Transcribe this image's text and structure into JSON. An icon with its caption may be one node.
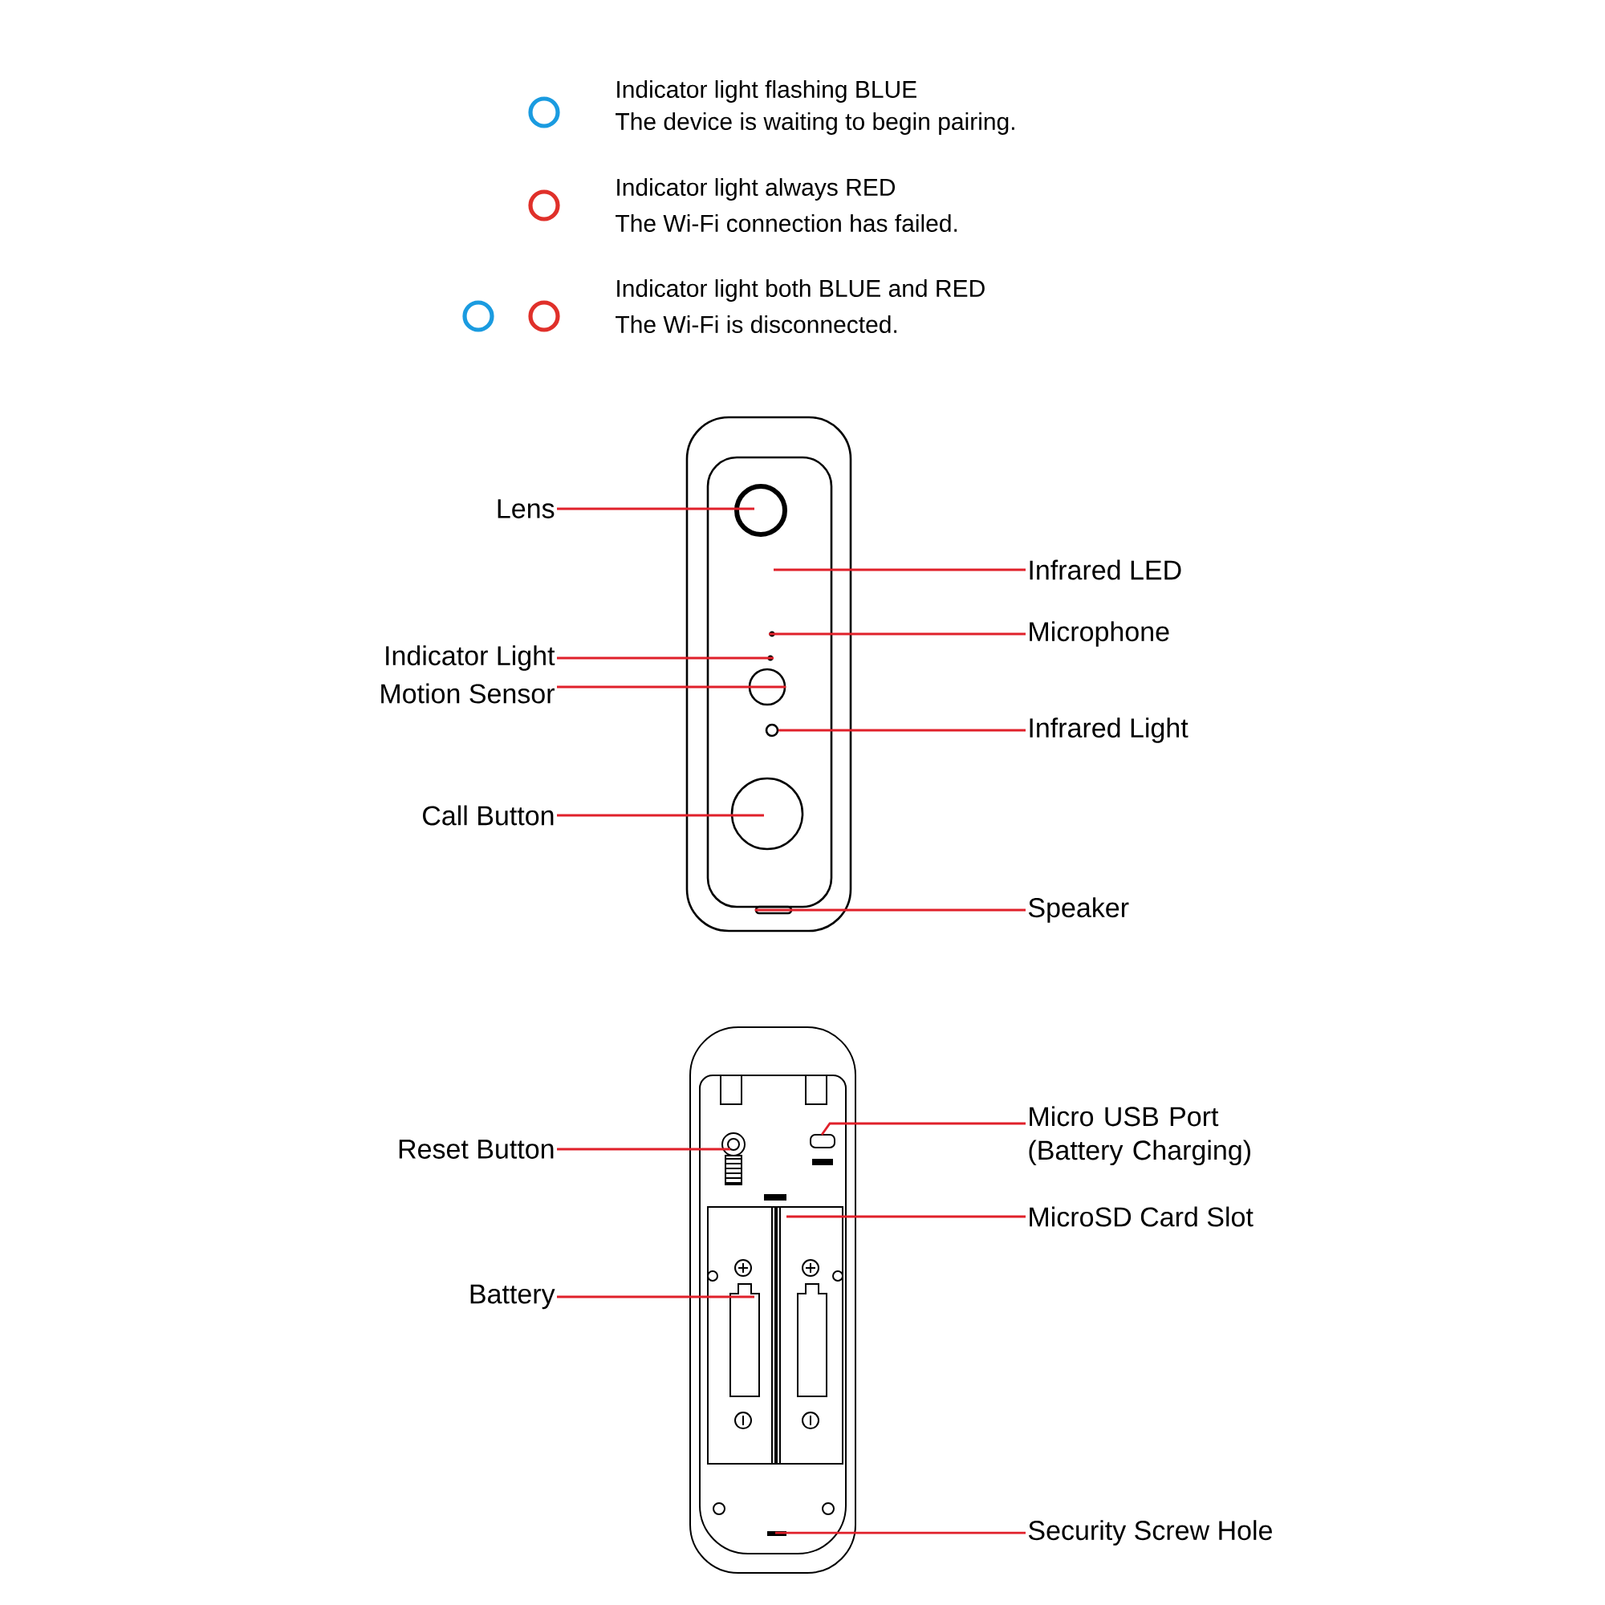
{
  "diagram": {
    "nodes": [
      {
        "text": [
          "Lens"
        ]
      },
      {
        "text": [
          "Infrared LED"
        ]
      },
      {
        "text": [
          "Microphone"
        ]
      },
      {
        "text": [
          "Indicator Light"
        ]
      },
      {
        "text": [
          "Motion Sensor"
        ]
      },
      {
        "text": [
          "Infrared Light"
        ]
      },
      {
        "text": [
          "Call Button"
        ]
      },
      {
        "text": [
          "Speaker"
        ]
      },
      {
        "text": [
          "Reset Button"
        ]
      },
      {
        "text": [
          "Micro USB Port (Battery Charging)"
        ]
      },
      {
        "text": [
          "MicroSD Card Slot"
        ]
      },
      {
        "text": [
          "Battery"
        ]
      },
      {
        "text": [
          "Security Screw Hole"
        ]
      },
      {
        "text": [],
        "shape": "circle"
      },
      {
        "text": [],
        "shape": "circle"
      },
      {
        "text": [],
        "shape": "circle"
      },
      {
        "text": [],
        "shape": "box"
      }
    ],
    "edges": [
      {
        "from": 0,
        "to": null,
        "arrow": "none"
      },
      {
        "from": 1,
        "to": null,
        "arrow": "none"
      },
      {
        "from": 2,
        "to": 13,
        "arrow": "none"
      },
      {
        "from": 3,
        "to": 14,
        "arrow": "none"
      },
      {
        "from": 4,
        "to": 15,
        "arrow": "none"
      },
      {
        "from": 5,
        "to": null,
        "arrow": "none"
      },
      {
        "from": 6,
        "to": null,
        "arrow": "none"
      },
      {
        "from": 7,
        "to": 16,
        "arrow": "none"
      },
      {
        "from": 8,
        "to": null,
        "arrow": "none"
      },
      {
        "from": 9,
        "to": null,
        "arrow": "none"
      },
      {
        "from": 10,
        "to": null,
        "arrow": "none"
      },
      {
        "from": 11,
        "to": null,
        "arrow": "none"
      },
      {
        "from": 12,
        "to": null,
        "arrow": "none"
      }
    ],
    "labels": [
      "The device is waiting to begin pairing.",
      "The Wi-Fi connection has failed.",
      "The Wi-Fi is disconnected."
    ],
    "legend": [
      {
        "text": "Indicator light flashing BLUE",
        "color": "#1a9be0"
      },
      {
        "text": "Indicator light always RED",
        "color": "#e0302a"
      },
      {
        "text": "Indicator light both BLUE and RED",
        "color": "#e0302a"
      }
    ]
  }
}
